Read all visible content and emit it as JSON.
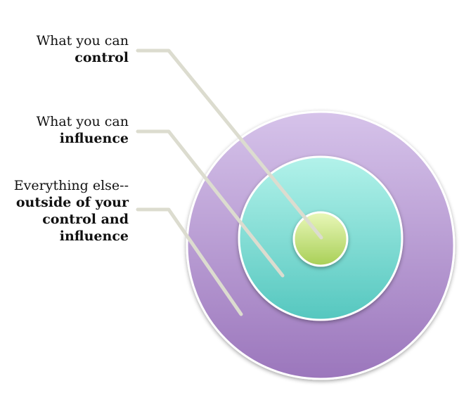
{
  "labels": {
    "control": {
      "line1": "What you can",
      "line2": "control"
    },
    "influence": {
      "line1": "What you can",
      "line2": "influence"
    },
    "everything_else": {
      "line1": "Everything else--",
      "line2": "outside of your",
      "line3": "control and",
      "line4": "influence"
    }
  },
  "colors": {
    "outer_circle_top": "#d6c3ea",
    "outer_circle_bottom": "#9b76bc",
    "middle_circle_top": "#b2f2ea",
    "middle_circle_bottom": "#55c7bf",
    "inner_circle_top": "#e9f7b9",
    "inner_circle_bottom": "#a8cf56",
    "leader_line": "#dcdccf",
    "text": "#111111"
  }
}
